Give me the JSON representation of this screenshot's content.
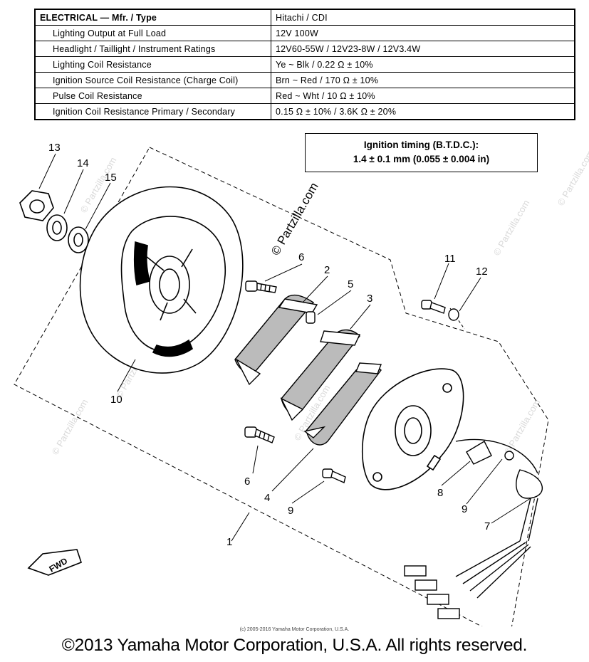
{
  "spec_table": {
    "rows": [
      {
        "label": "ELECTRICAL — Mfr. / Type",
        "value": "Hitachi / CDI"
      },
      {
        "label": "Lighting Output at Full Load",
        "value": "12V 100W"
      },
      {
        "label": "Headlight / Taillight / Instrument Ratings",
        "value": "12V60-55W / 12V23-8W / 12V3.4W"
      },
      {
        "label": "Lighting Coil Resistance",
        "value": "Ye ~ Blk / 0.22 Ω ± 10%"
      },
      {
        "label": "Ignition Source Coil Resistance (Charge Coil)",
        "value": "Brn ~ Red / 170 Ω ± 10%"
      },
      {
        "label": "Pulse Coil Resistance",
        "value": "Red ~ Wht / 10 Ω ± 10%"
      },
      {
        "label": "Ignition Coil Resistance Primary / Secondary",
        "value": "0.15 Ω ± 10% / 3.6K Ω ± 20%"
      }
    ]
  },
  "timing_box": {
    "title": "Ignition timing (B.T.D.C.):",
    "value": "1.4 ± 0.1 mm (0.055 ± 0.004 in)"
  },
  "callouts": [
    "13",
    "14",
    "15",
    "6",
    "2",
    "5",
    "3",
    "11",
    "12",
    "10",
    "6",
    "4",
    "9",
    "8",
    "9",
    "7",
    "1"
  ],
  "fwd_label": "FWD",
  "watermark": "© Partzilla.com",
  "copyright_small": "(c) 2005-2016 Yamaha Motor Corporation, U.S.A.",
  "copyright_main": "©2013 Yamaha Motor Corporation, U.S.A. All rights reserved."
}
